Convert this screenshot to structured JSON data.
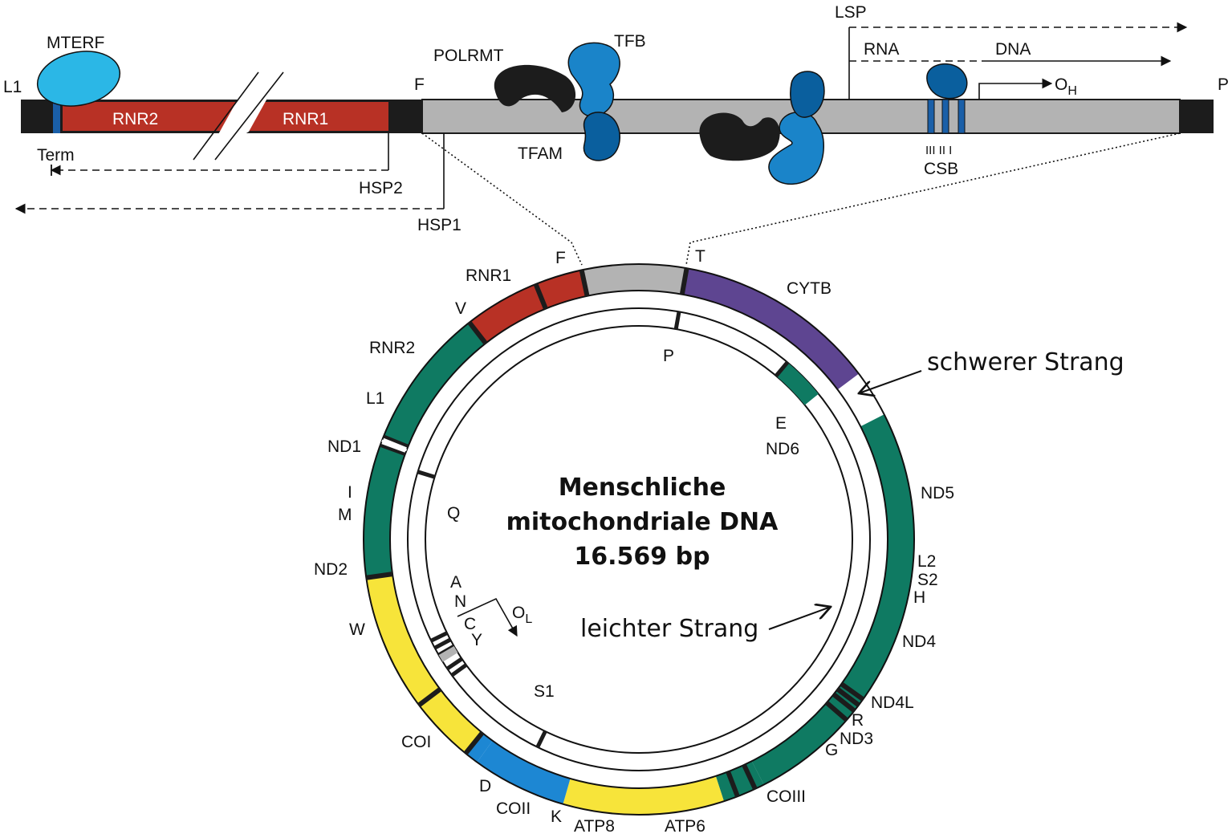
{
  "title": {
    "line1": "Menschliche",
    "line2": "mitochondriale DNA",
    "line3": "16.569 bp"
  },
  "annotations": {
    "heavy_strand": "schwerer Strang",
    "light_strand": "leichter Strang"
  },
  "top_region": {
    "ends": {
      "left": "L1",
      "right": "P"
    },
    "genes": {
      "rnr2": "RNR2",
      "rnr1": "RNR1"
    },
    "site_f": "F",
    "proteins": {
      "mterf": "MTERF",
      "polrmt": "POLRMT",
      "tfb": "TFB",
      "tfam": "TFAM"
    },
    "promoters": {
      "lsp": "LSP",
      "hsp1": "HSP1",
      "hsp2": "HSP2"
    },
    "terminator": "Term",
    "transcripts": {
      "rna": "RNA",
      "dna": "DNA"
    },
    "origin_h": {
      "main": "O",
      "sub": "H"
    },
    "csb": {
      "label": "CSB",
      "boxes": "III  II   I"
    }
  },
  "circle": {
    "outer_labels": {
      "F": "F",
      "T": "T",
      "CYTB": "CYTB",
      "RNR1": "RNR1",
      "V": "V",
      "RNR2": "RNR2",
      "L1": "L1",
      "ND1": "ND1",
      "I": "I",
      "M": "M",
      "ND2": "ND2",
      "W": "W",
      "COI": "COI",
      "D": "D",
      "COII": "COII",
      "K": "K",
      "ATP8": "ATP8",
      "ATP6": "ATP6",
      "COIII": "COIII",
      "G": "G",
      "ND3": "ND3",
      "R": "R",
      "ND4L": "ND4L",
      "ND4": "ND4",
      "L2": "L2",
      "S2": "S2",
      "H": "H",
      "ND5": "ND5"
    },
    "inner_labels": {
      "P": "P",
      "E": "E",
      "ND6": "ND6",
      "Q": "Q",
      "A": "A",
      "N": "N",
      "C": "C",
      "Y": "Y",
      "S1": "S1"
    },
    "origin_l": {
      "main": "O",
      "sub": "L"
    }
  },
  "colors": {
    "rrna": "#b83125",
    "nd": "#0f7a62",
    "cytb": "#5e4591",
    "co": "#f7e43a",
    "atp": "#1d87d3",
    "control_region": "#b3b3b3",
    "bar_black": "#1c1c1c",
    "mterf": "#2bb7e6",
    "tfb": "#1a84c9",
    "tfam": "#0a5f9e"
  }
}
